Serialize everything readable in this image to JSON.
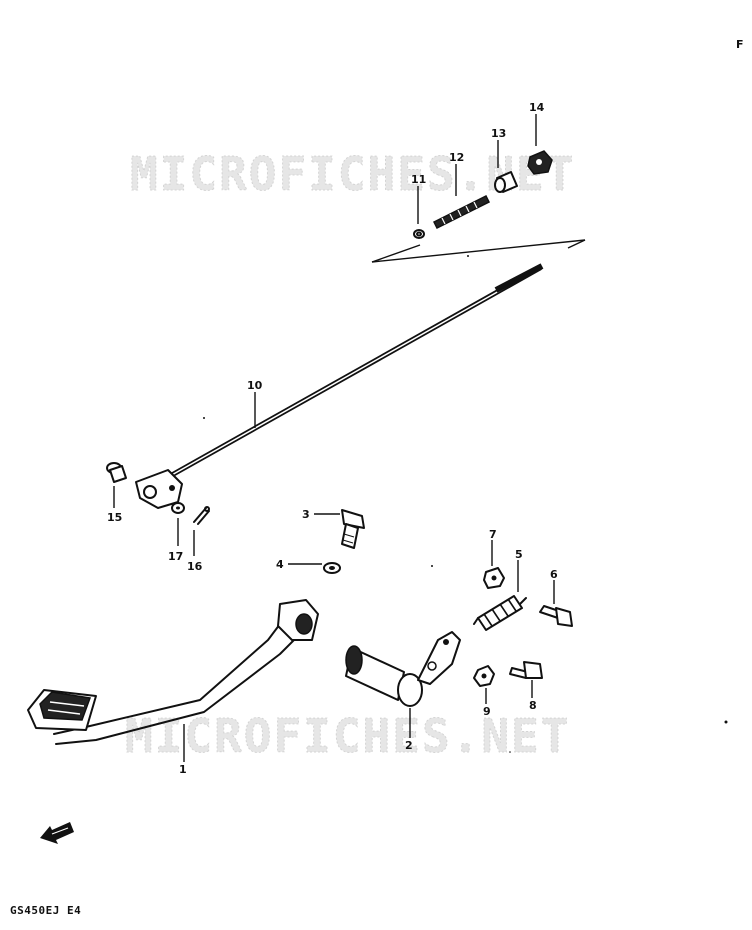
{
  "watermark": "MICROFICHES.NET",
  "footer_code": "GS450EJ E4",
  "corner_mark": "F",
  "callouts": [
    "1",
    "2",
    "3",
    "4",
    "5",
    "6",
    "7",
    "8",
    "9",
    "10",
    "11",
    "12",
    "13",
    "14",
    "15",
    "16",
    "17"
  ],
  "icons": {
    "front_arrow": "front-direction-arrow-icon"
  }
}
